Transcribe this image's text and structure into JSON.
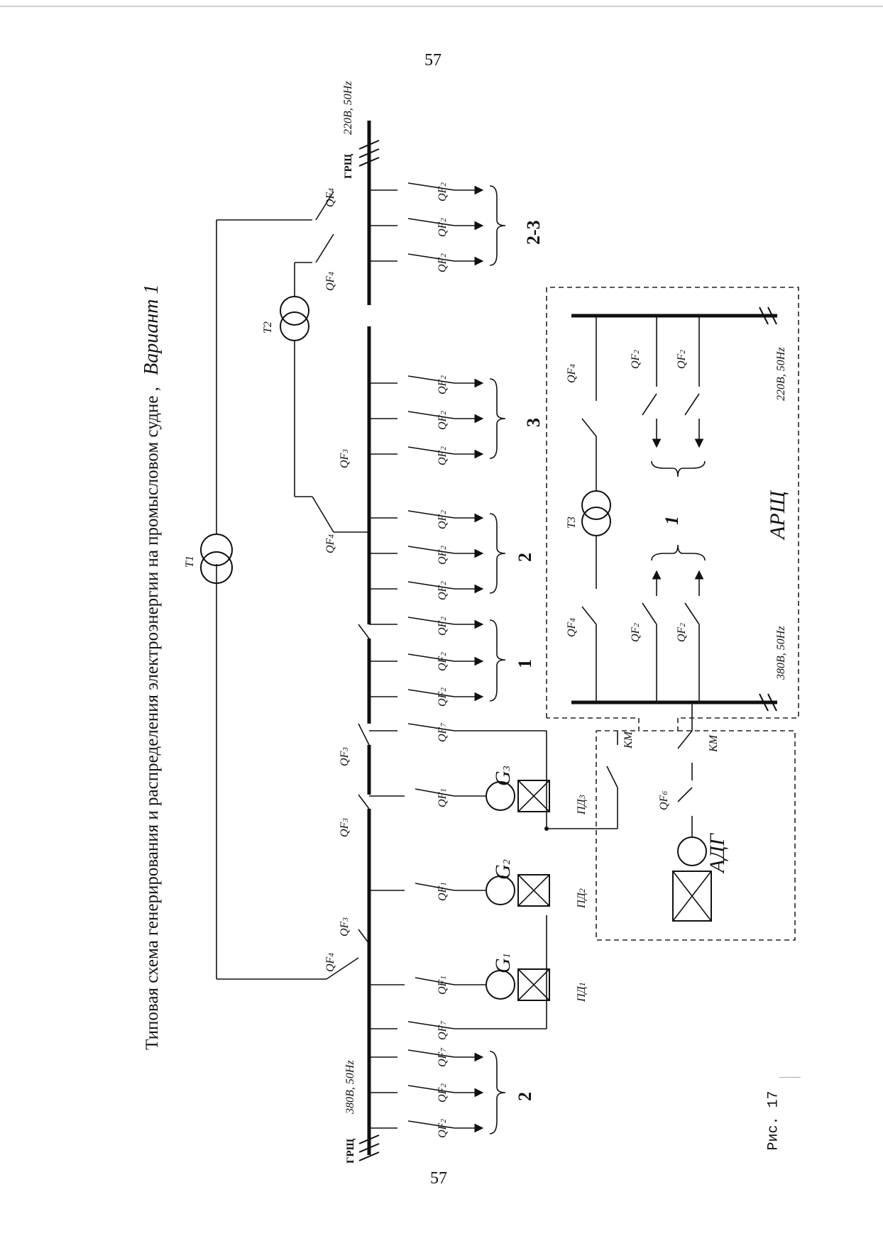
{
  "page": {
    "page_number_top": "57",
    "page_number_bottom": "57",
    "figure_label": "Рис. 17"
  },
  "diagram": {
    "title": "Типовая схема генерирования и распределения электроэнергии на промысловом судне ,",
    "variant": "Вариант 1",
    "grsh_label": "ГРЩ",
    "v380": "380В, 50Hz",
    "v220": "220В, 50Hz",
    "t1": "T1",
    "t2": "T2",
    "t3": "T3",
    "arsh": "АРЩ",
    "adg": "АДГ",
    "km": "КМ",
    "groups": {
      "g1": "1",
      "g2": "2",
      "g3": "3",
      "g23": "2-3"
    },
    "qf": {
      "qf1": "QF",
      "sub1": "1",
      "sub2": "2",
      "sub3": "3",
      "sub4": "4",
      "sub6": "6",
      "sub7": "7"
    },
    "generators": [
      "G",
      "G",
      "G"
    ],
    "gen_subs": [
      "1",
      "2",
      "3"
    ],
    "prime_movers": [
      "ПД",
      "ПД",
      "ПД"
    ]
  }
}
